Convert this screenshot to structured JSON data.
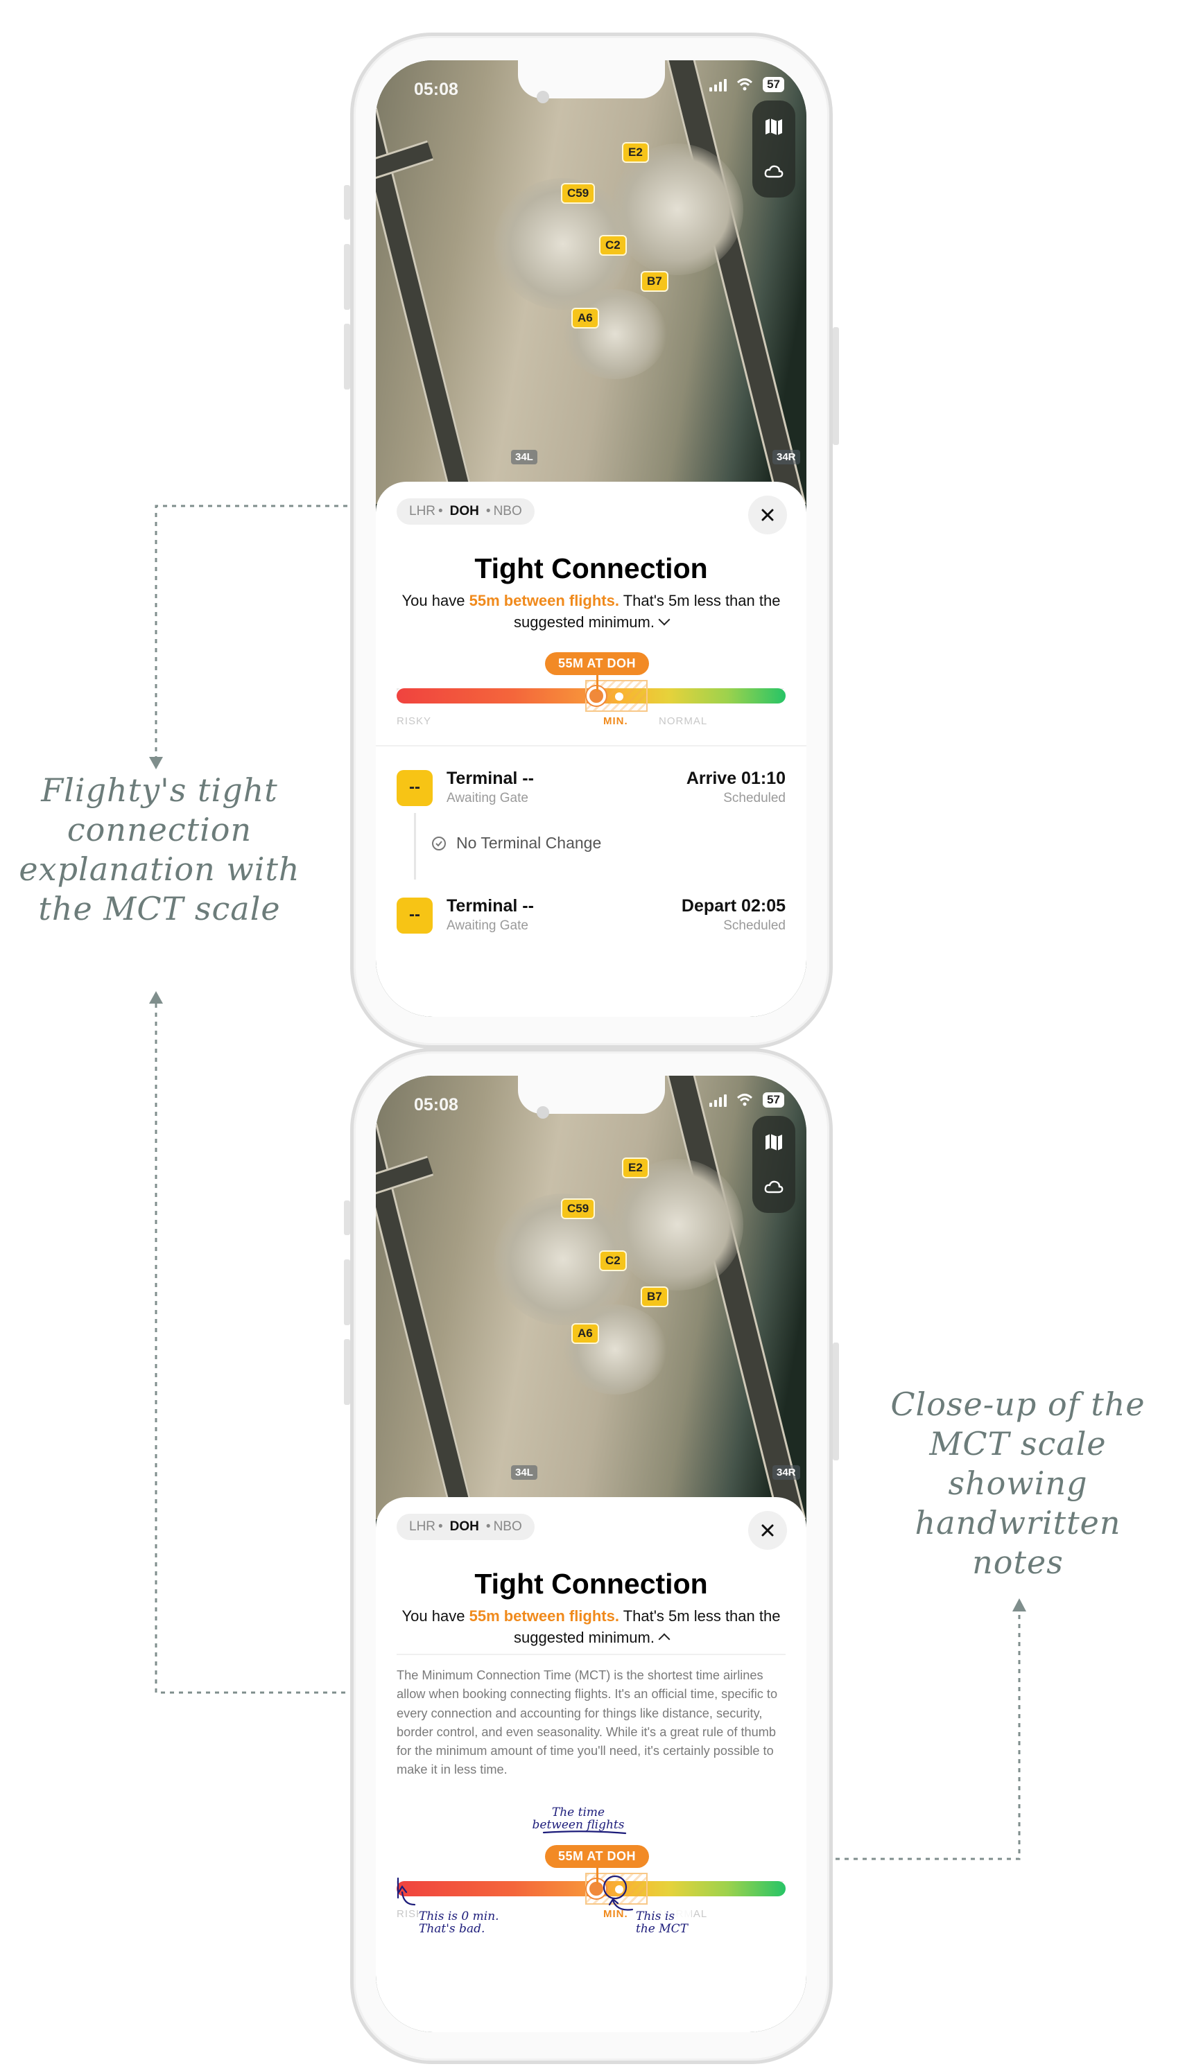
{
  "annotations": {
    "left_note": "Flighty's tight connection explanation with the MCT scale",
    "right_note": "Close-up of the MCT scale showing handwritten notes"
  },
  "phones": [
    {
      "status": {
        "time": "05:08",
        "battery": "57"
      },
      "map": {
        "gates": [
          "E2",
          "C59",
          "C2",
          "B7",
          "A6"
        ],
        "runways": [
          "34L",
          "34R"
        ]
      },
      "sheet": {
        "route": {
          "origin": "LHR",
          "via": "DOH",
          "destination": "NBO",
          "separator": "•"
        },
        "title": "Tight Connection",
        "subtitle": {
          "prefix": "You have ",
          "highlight": "55m between flights.",
          "suffix": " That's 5m less than the suggested minimum."
        },
        "scale": {
          "tag": "55M AT DOH",
          "labels": [
            "RISKY",
            "MIN.",
            "NORMAL"
          ],
          "connection_minutes": 55,
          "min_minutes": 60
        },
        "arrival": {
          "gate": "--",
          "terminal": "Terminal --",
          "gate_status": "Awaiting Gate",
          "time": "Arrive 01:10",
          "status": "Scheduled"
        },
        "no_change": "No Terminal Change",
        "departure": {
          "gate": "--",
          "terminal": "Terminal --",
          "gate_status": "Awaiting Gate",
          "time": "Depart 02:05",
          "status": "Scheduled"
        }
      }
    },
    {
      "status": {
        "time": "05:08",
        "battery": "57"
      },
      "map": {
        "gates": [
          "E2",
          "C59",
          "C2",
          "B7",
          "A6"
        ],
        "runways": [
          "34L",
          "34R"
        ]
      },
      "sheet": {
        "route": {
          "origin": "LHR",
          "via": "DOH",
          "destination": "NBO",
          "separator": "•"
        },
        "title": "Tight Connection",
        "subtitle": {
          "prefix": "You have ",
          "highlight": "55m between flights.",
          "suffix": " That's 5m less than the suggested minimum."
        },
        "explanation": "The Minimum Connection Time (MCT) is the shortest time airlines allow when booking connecting flights. It's an official time, specific to every connection and accounting for things like distance, security, border control, and even seasonality. While it's a great rule of thumb for the minimum amount of time you'll need, it's certainly possible to make it in less time.",
        "scale": {
          "tag": "55M AT DOH",
          "labels": [
            "RISKY",
            "MIN.",
            "NORMAL"
          ],
          "connection_minutes": 55,
          "min_minutes": 60
        },
        "handwritten": {
          "top": "The time between flights",
          "left": "This is 0 min. That's bad.",
          "right": "This is the MCT"
        }
      }
    }
  ],
  "colors": {
    "accent": "#f28a25",
    "gate": "#f7c415",
    "annotation": "#6c7c7a",
    "ink": "#1c1c7a"
  }
}
